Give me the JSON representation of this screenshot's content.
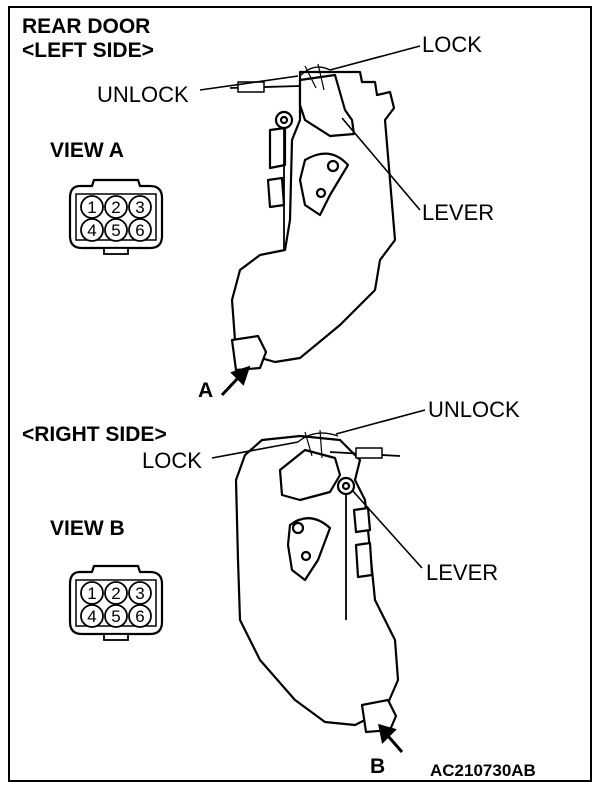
{
  "header": {
    "line1": "REAR DOOR",
    "line2": "<LEFT SIDE>"
  },
  "left_side": {
    "lock": "LOCK",
    "unlock": "UNLOCK",
    "lever": "LEVER",
    "view": "VIEW A",
    "arrow": "A",
    "pins": [
      "1",
      "2",
      "3",
      "4",
      "5",
      "6"
    ]
  },
  "right_side": {
    "heading": "<RIGHT SIDE>",
    "lock": "LOCK",
    "unlock": "UNLOCK",
    "lever": "LEVER",
    "view": "VIEW B",
    "arrow": "B",
    "pins": [
      "1",
      "2",
      "3",
      "4",
      "5",
      "6"
    ]
  },
  "figure_code": "AC210730AB"
}
